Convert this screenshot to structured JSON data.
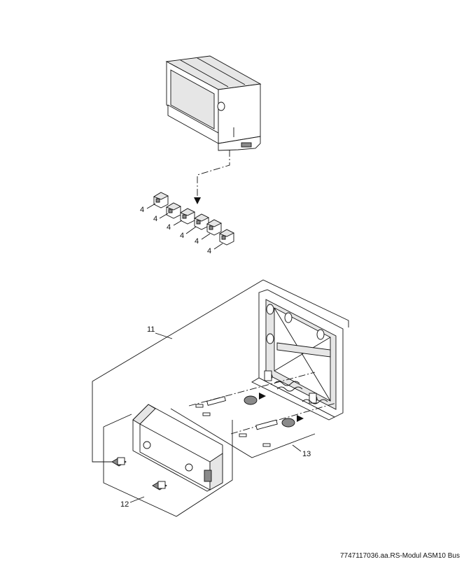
{
  "callouts": {
    "terminal_1": "4",
    "terminal_2": "4",
    "terminal_3": "4",
    "terminal_4": "4",
    "terminal_5": "4",
    "terminal_6": "4",
    "housing_base": "11",
    "front_cover": "12",
    "cable_strain_relief": "13"
  },
  "caption": "7747117036.aa.RS-Modul ASM10 Bus",
  "icons": [
    "module-housing",
    "plug-terminal",
    "base-housing",
    "cover-plate",
    "screw",
    "cable-clamp",
    "grommet"
  ]
}
